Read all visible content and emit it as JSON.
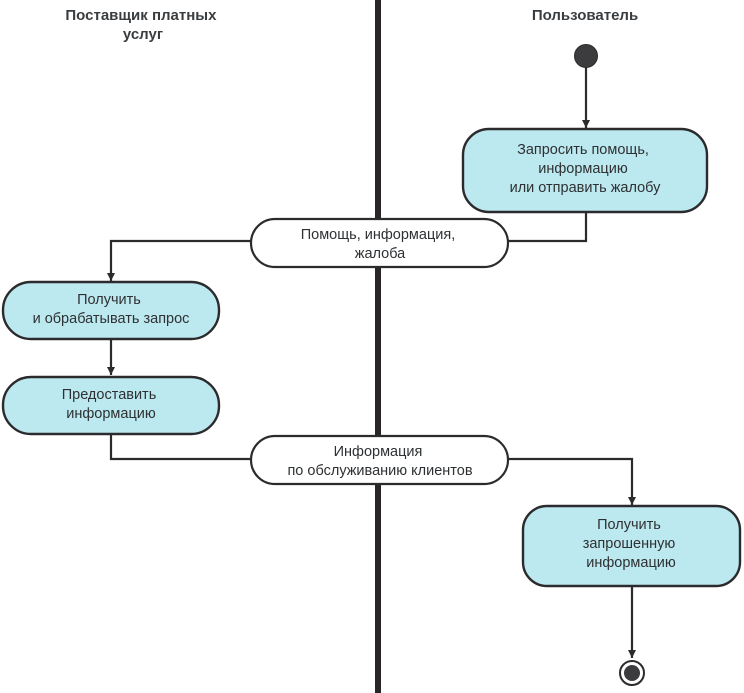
{
  "swimlanes": [
    {
      "title_lines": [
        "Поставщик платных",
        "услуг"
      ]
    },
    {
      "title_lines": [
        "Пользователь"
      ]
    }
  ],
  "nodes": {
    "start": {
      "type": "initial-node"
    },
    "request_help": {
      "type": "action",
      "lines": [
        "Запросить помощь,",
        "информацию",
        "или отправить жалобу"
      ]
    },
    "help_object": {
      "type": "object",
      "lines": [
        "Помощь, информация,",
        "жалоба"
      ]
    },
    "receive_process": {
      "type": "action",
      "lines": [
        "Получить",
        "и обрабатывать запрос"
      ]
    },
    "provide_info": {
      "type": "action",
      "lines": [
        "Предоставить",
        "информацию"
      ]
    },
    "info_object": {
      "type": "object",
      "lines": [
        "Информация",
        "по обслуживанию клиентов"
      ]
    },
    "receive_info": {
      "type": "action",
      "lines": [
        "Получить",
        "запрошенную",
        "информацию"
      ]
    },
    "end": {
      "type": "final-node"
    }
  },
  "flows": [
    [
      "start",
      "request_help"
    ],
    [
      "request_help",
      "help_object"
    ],
    [
      "help_object",
      "receive_process"
    ],
    [
      "receive_process",
      "provide_info"
    ],
    [
      "provide_info",
      "info_object"
    ],
    [
      "info_object",
      "receive_info"
    ],
    [
      "receive_info",
      "end"
    ]
  ],
  "colors": {
    "action_fill": "#bce8ef",
    "object_fill": "#ffffff",
    "stroke": "#2b2b2d",
    "node_fill": "#3c3c3e"
  }
}
